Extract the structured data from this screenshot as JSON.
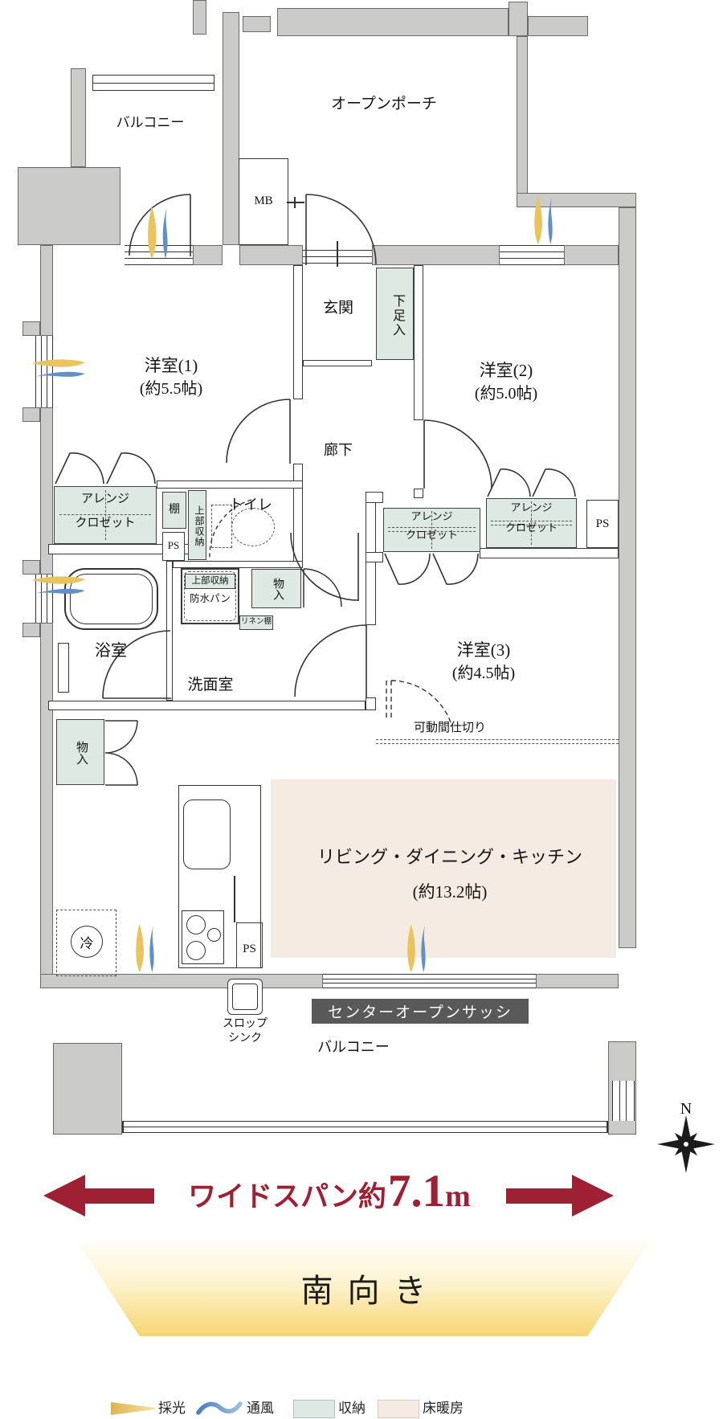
{
  "plan": {
    "balcony_top": "バルコニー",
    "open_porch": "オープンポーチ",
    "mb": "MB",
    "entrance": "玄関",
    "shoe_cabinet": "下足入",
    "room1": "洋室(1)",
    "room1_size": "(約5.5帖)",
    "room2": "洋室(2)",
    "room2_size": "(約5.0帖)",
    "room3": "洋室(3)",
    "room3_size": "(約4.5帖)",
    "corridor": "廊下",
    "toilet": "トイレ",
    "closet_line1": "アレンジ",
    "closet_line2": "クロゼット",
    "shelf": "棚",
    "upper_storage": "上部収納",
    "ps": "PS",
    "waterproof_pan": "防水パン",
    "linen_shelf": "リネン棚",
    "storage": "物入",
    "bath": "浴室",
    "washroom": "洗面室",
    "movable_partition": "可動間仕切り",
    "ldk": "リビング・ダイニング・キッチン",
    "ldk_size": "(約13.2帖)",
    "fridge": "冷",
    "slop_sink_line1": "スロップ",
    "slop_sink_line2": "シンク",
    "center_sash": "センターオープンサッシ",
    "balcony_bottom": "バルコニー",
    "compass_n": "N"
  },
  "banner": {
    "wide_span_prefix": "ワイドスパン約",
    "wide_span_value": "7.1",
    "wide_span_unit": "m",
    "south": "南向き"
  },
  "legend": {
    "daylight": "採光",
    "ventilation": "通風",
    "storage": "収納",
    "floor_heating": "床暖房"
  },
  "colors": {
    "wall_gray": "#cbccca",
    "storage_fill": "#dfe9e3",
    "floor_heating_fill": "#f6ebe3",
    "accent_red": "#9d2133",
    "daylight_yellow": "#e8c35e",
    "ventilation_blue": "#6090c5",
    "sash_badge_bg": "#58595b"
  }
}
